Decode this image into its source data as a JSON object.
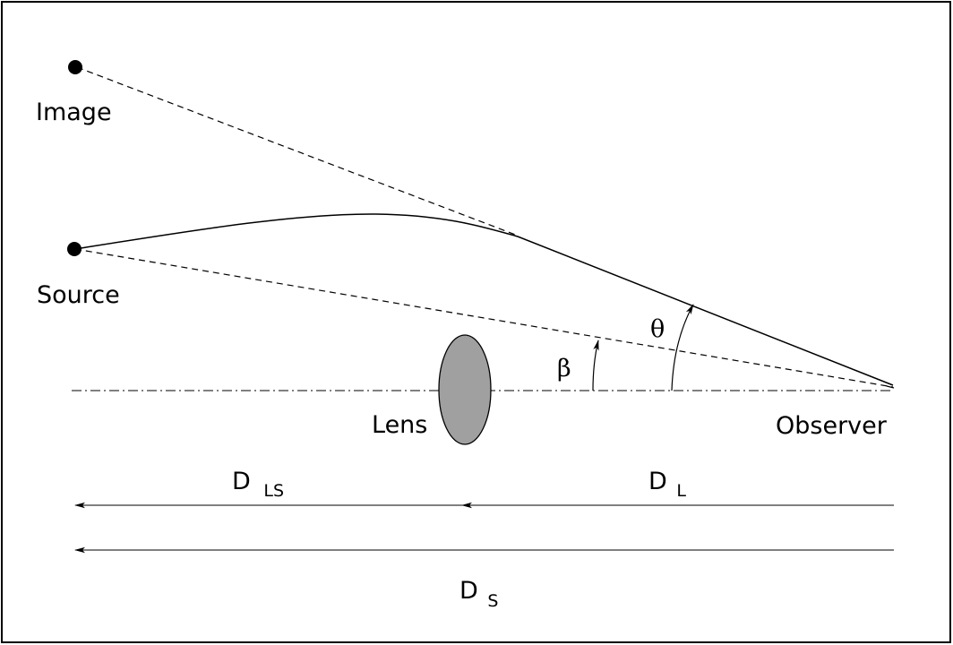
{
  "labels": {
    "image": "Image",
    "source": "Source",
    "lens": "Lens",
    "observer": "Observer",
    "beta": "β",
    "theta": "θ"
  },
  "distances": {
    "d_ls": {
      "main": "D",
      "sub": "LS"
    },
    "d_l": {
      "main": "D",
      "sub": "L"
    },
    "d_s": {
      "main": "D",
      "sub": "S"
    }
  },
  "colors": {
    "lens_fill": "#a0a0a0",
    "stroke": "#000000"
  }
}
